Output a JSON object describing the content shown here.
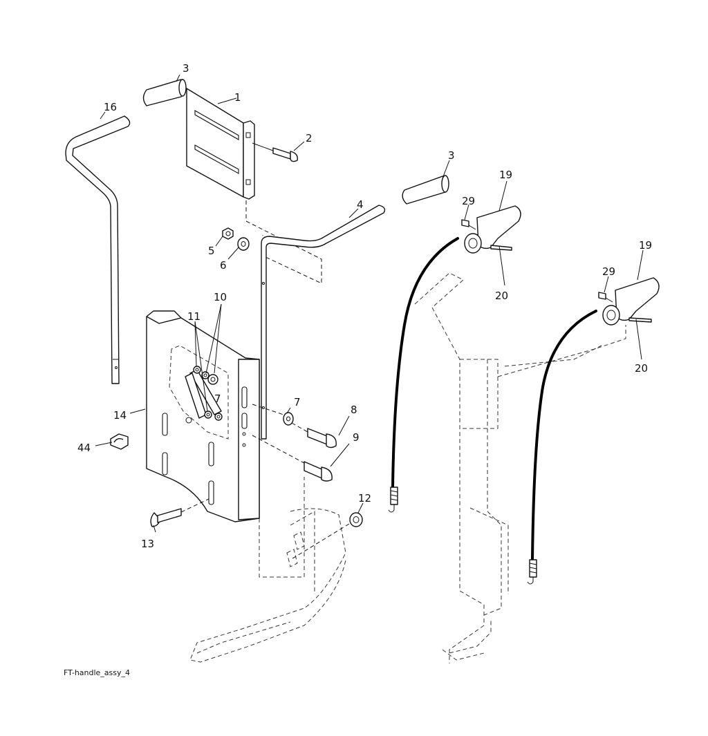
{
  "caption": "FT-handle_assy_4",
  "callouts": {
    "c1": "1",
    "c2": "2",
    "c3a": "3",
    "c3b": "3",
    "c4": "4",
    "c5": "5",
    "c6": "6",
    "c7a": "7",
    "c7b": "7",
    "c8": "8",
    "c9": "9",
    "c10": "10",
    "c11": "11",
    "c12": "12",
    "c13": "13",
    "c14": "14",
    "c16": "16",
    "c19a": "19",
    "c19b": "19",
    "c20a": "20",
    "c20b": "20",
    "c29a": "29",
    "c29b": "29",
    "c44": "44"
  }
}
